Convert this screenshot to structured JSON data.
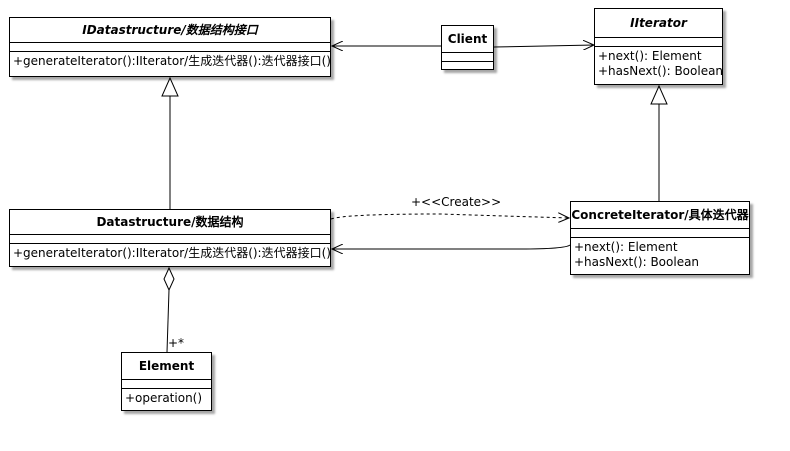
{
  "classes": {
    "idatastructure": {
      "name": "IDatastructure/数据结构接口",
      "operations": [
        "+generateIterator():IIterator/生成迭代器():迭代器接口()"
      ]
    },
    "client": {
      "name": "Client",
      "operations": []
    },
    "iiterator": {
      "name": "IIterator",
      "operations": [
        "+next(): Element",
        "+hasNext(): Boolean"
      ]
    },
    "datastructure": {
      "name": "Datastructure/数据结构",
      "operations": [
        "+generateIterator():IIterator/生成迭代器():迭代器接口()"
      ]
    },
    "concreteiterator": {
      "name": "ConcreteIterator/具体迭代器",
      "operations": [
        "+next(): Element",
        "+hasNext(): Boolean"
      ]
    },
    "element": {
      "name": "Element",
      "operations": [
        "+operation()"
      ]
    }
  },
  "relations": {
    "create_label": "+<<Create>>",
    "multiplicity": "+*"
  }
}
